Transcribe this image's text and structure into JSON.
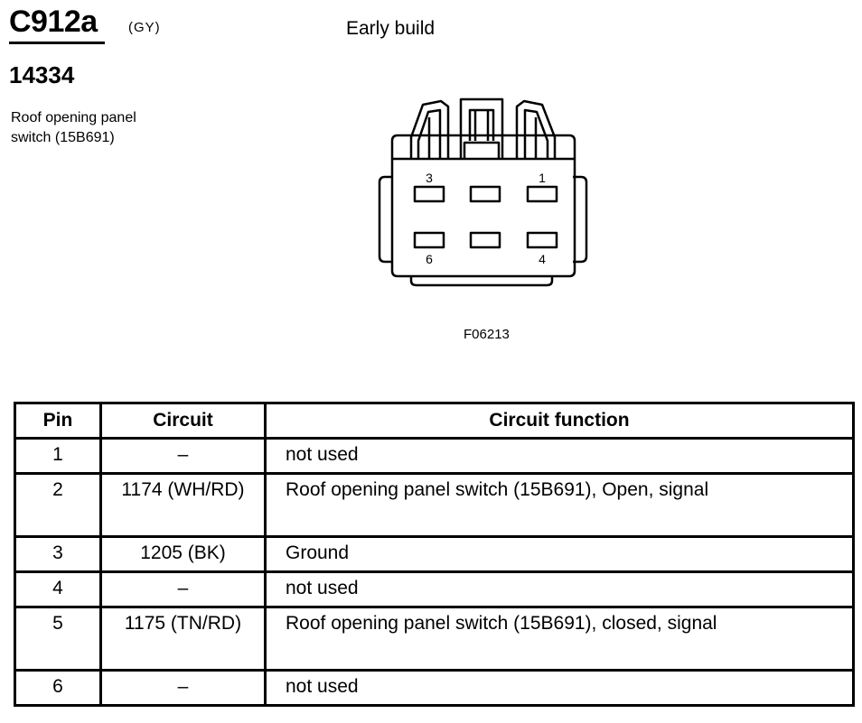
{
  "header": {
    "connector_id": "C912a",
    "color_code": "(GY)",
    "build_note": "Early build",
    "part_number": "14334",
    "component_description": "Roof opening panel\nswitch (15B691)"
  },
  "figure": {
    "id": "F06213",
    "pin_labels": {
      "pin_3": "3",
      "pin_1": "1",
      "pin_6": "6",
      "pin_4": "4"
    }
  },
  "table": {
    "headers": {
      "pin": "Pin",
      "circuit": "Circuit",
      "function": "Circuit function"
    },
    "rows": [
      {
        "pin": "1",
        "circuit": "–",
        "function": "not used"
      },
      {
        "pin": "2",
        "circuit": "1174 (WH/RD)",
        "function": "Roof opening panel switch (15B691), Open, signal"
      },
      {
        "pin": "3",
        "circuit": "1205 (BK)",
        "function": "Ground"
      },
      {
        "pin": "4",
        "circuit": "–",
        "function": "not used"
      },
      {
        "pin": "5",
        "circuit": "1175 (TN/RD)",
        "function": "Roof opening panel switch (15B691), closed, signal"
      },
      {
        "pin": "6",
        "circuit": "–",
        "function": "not used"
      }
    ]
  }
}
